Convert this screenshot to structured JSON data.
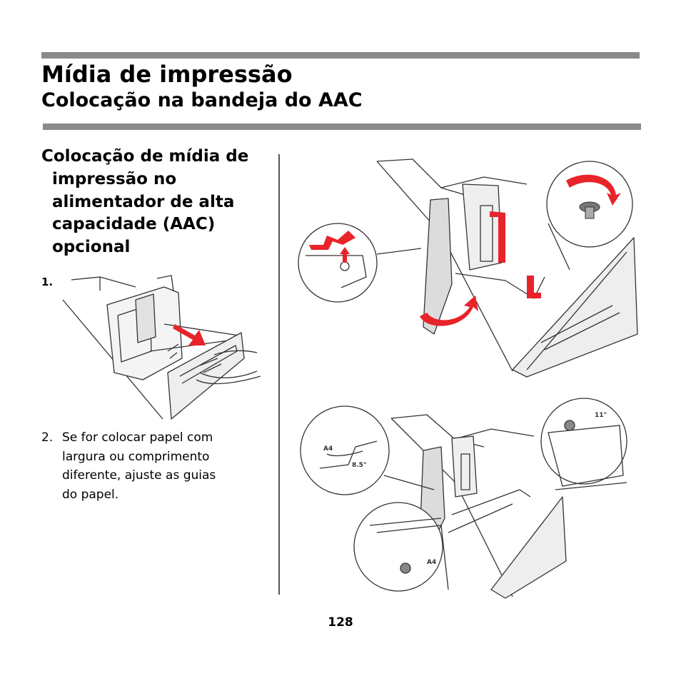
{
  "header": {
    "title": "Mídia de impressão",
    "subtitle": "Colocação na bandeja do AAC"
  },
  "section": {
    "heading_lines": [
      "Colocação de mídia de",
      "impressão no",
      "alimentador de alta",
      "capacidade (AAC)",
      "opcional"
    ]
  },
  "steps": {
    "step1_number": "1.",
    "step2_number": "2.",
    "step2_lines": [
      "Se for colocar papel com",
      "largura ou comprimento",
      "diferente, ajuste as guias",
      "do papel."
    ]
  },
  "illustration_labels": {
    "a4": "A4",
    "size_85": "8.5\"",
    "size_11": "11\""
  },
  "colors": {
    "rule": "#8a8a8a",
    "arrow_red": "#e8232a",
    "line_art": "#333333",
    "tray_fill": "#eeeeee"
  },
  "footer": {
    "page_number": "128"
  }
}
